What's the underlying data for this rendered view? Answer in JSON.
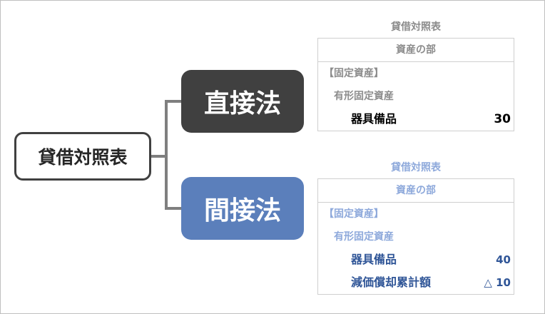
{
  "root_label": "貸借対照表",
  "methods": {
    "direct": "直接法",
    "indirect": "間接法"
  },
  "colors": {
    "direct_fill": "#404040",
    "indirect_fill": "#5b7fbb",
    "connector": "#7f7f7f",
    "gray_text": "#8c8c8c",
    "blue_light_text": "#8ea9db",
    "blue_dark_text": "#2f5597"
  },
  "direct_sheet": {
    "title": "貸借対照表",
    "header": "資産の部",
    "section": "【固定資産】",
    "subsection": "有形固定資産",
    "item_label": "器具備品",
    "item_value": "30"
  },
  "indirect_sheet": {
    "title": "貸借対照表",
    "header": "資産の部",
    "section": "【固定資産】",
    "subsection": "有形固定資産",
    "item_label": "器具備品",
    "item_value": "40",
    "contra_label": "減価償却累計額",
    "contra_value": "△ 10"
  }
}
